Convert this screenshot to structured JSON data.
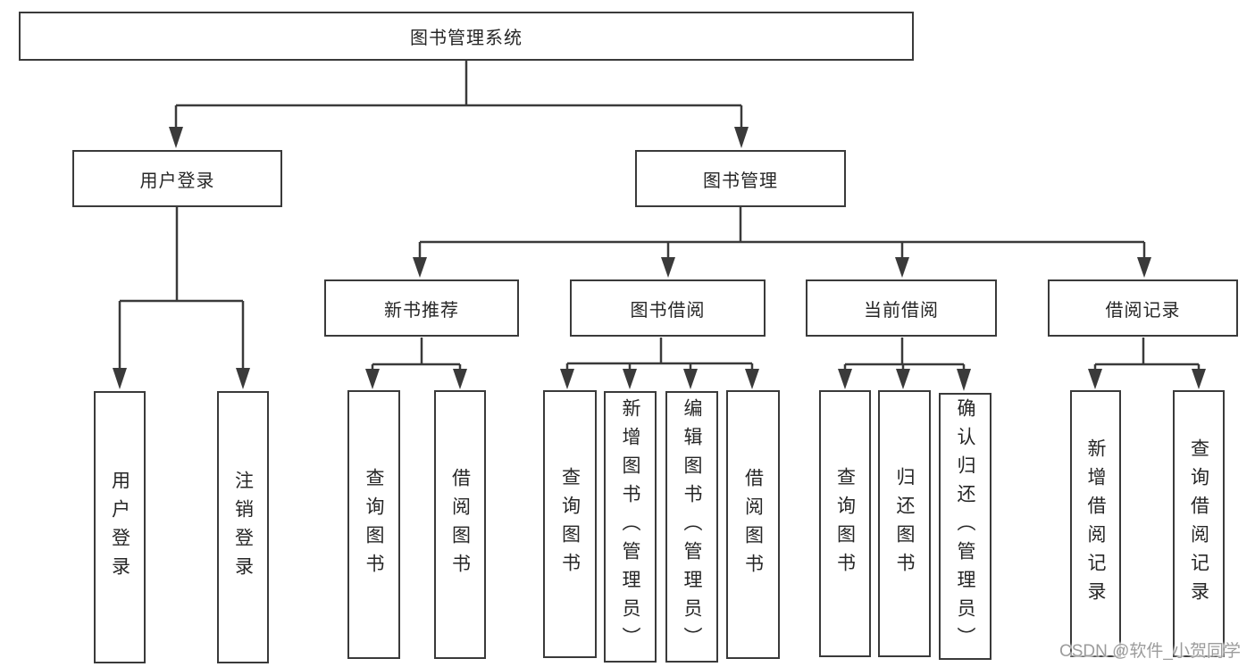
{
  "nodes": {
    "root": "图书管理系统",
    "user_login": "用户登录",
    "book_mgmt": "图书管理",
    "new_book": "新书推荐",
    "borrow": "图书借阅",
    "current": "当前借阅",
    "records": "借阅记录",
    "login": "用户登录",
    "logout": "注销登录",
    "nb_query": "查询图书",
    "nb_borrow": "借阅图书",
    "bw_query": "查询图书",
    "bw_add": "新增图书（管理员）",
    "bw_edit": "编辑图书（管理员）",
    "bw_borrow": "借阅图书",
    "cur_query": "查询图书",
    "cur_return": "归还图书",
    "cur_confirm": "确认归还（管理员）",
    "rec_add": "新增借阅记录",
    "rec_query": "查询借阅记录"
  },
  "hierarchy": {
    "图书管理系统": {
      "用户登录": [
        "用户登录",
        "注销登录"
      ],
      "图书管理": {
        "新书推荐": [
          "查询图书",
          "借阅图书"
        ],
        "图书借阅": [
          "查询图书",
          "新增图书（管理员）",
          "编辑图书（管理员）",
          "借阅图书"
        ],
        "当前借阅": [
          "查询图书",
          "归还图书",
          "确认归还（管理员）"
        ],
        "借阅记录": [
          "新增借阅记录",
          "查询借阅记录"
        ]
      }
    }
  },
  "watermark": {
    "text": "CSDN @软件_小贺同学"
  },
  "colors": {
    "line": "#3a3a3a",
    "box_border": "#3a3a3a",
    "box_background": "#ffffff",
    "text": "#262626",
    "watermark": "#9c9c9c",
    "background": "#ffffff"
  }
}
